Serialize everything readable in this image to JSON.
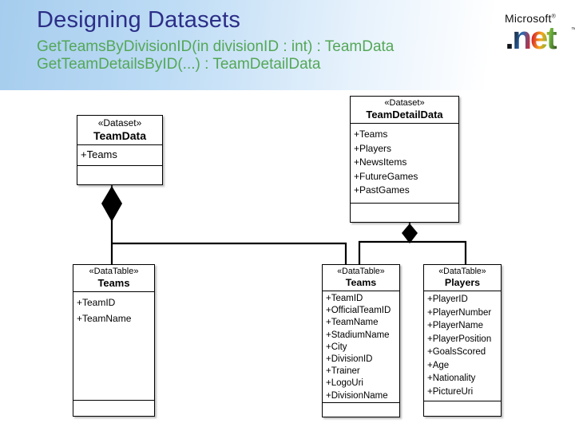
{
  "slide": {
    "title": "Designing Datasets",
    "subtitle_line1": "GetTeamsByDivisionID(in divisionID : int) : TeamData",
    "subtitle_line2": "GetTeamDetailsByID(...) : TeamDetailData",
    "title_color": "#2c2e87",
    "subtitle_color": "#54a757",
    "band_color_left": "#a6cdee",
    "band_color_right": "#ffffff"
  },
  "logo": {
    "brand": "Microsoft",
    "brand_mark": "®",
    "product": ".net",
    "product_mark": "™",
    "accent_colors": [
      "#2a6bb5",
      "#d8262c",
      "#f6a81c",
      "#6cb33e"
    ]
  },
  "diagram": {
    "line_color": "#000000",
    "classes": [
      {
        "id": "team-data",
        "stereotype": "«Dataset»",
        "name": "TeamData",
        "attributes": [
          "+Teams"
        ]
      },
      {
        "id": "team-detail-data",
        "stereotype": "«Dataset»",
        "name": "TeamDetailData",
        "attributes": [
          "+Teams",
          "+Players",
          "+NewsItems",
          "+FutureGames",
          "+PastGames"
        ]
      },
      {
        "id": "teams-small",
        "stereotype": "«DataTable»",
        "name": "Teams",
        "attributes": [
          "+TeamID",
          "+TeamName"
        ]
      },
      {
        "id": "teams-large",
        "stereotype": "«DataTable»",
        "name": "Teams",
        "attributes": [
          "+TeamID",
          "+OfficialTeamID",
          "+TeamName",
          "+StadiumName",
          "+City",
          "+DivisionID",
          "+Trainer",
          "+LogoUri",
          "+DivisionName"
        ]
      },
      {
        "id": "players",
        "stereotype": "«DataTable»",
        "name": "Players",
        "attributes": [
          "+PlayerID",
          "+PlayerNumber",
          "+PlayerName",
          "+PlayerPosition",
          "+GoalsScored",
          "+Age",
          "+Nationality",
          "+PictureUri"
        ]
      }
    ],
    "connections": [
      {
        "from": "TeamData",
        "to": "Teams (TeamID/TeamName)",
        "type": "composition"
      },
      {
        "from": "TeamData",
        "to": "Teams (detail)",
        "type": "composition"
      },
      {
        "from": "TeamDetailData",
        "to": "Teams (detail)",
        "type": "composition"
      },
      {
        "from": "TeamDetailData",
        "to": "Players",
        "type": "composition"
      }
    ]
  }
}
